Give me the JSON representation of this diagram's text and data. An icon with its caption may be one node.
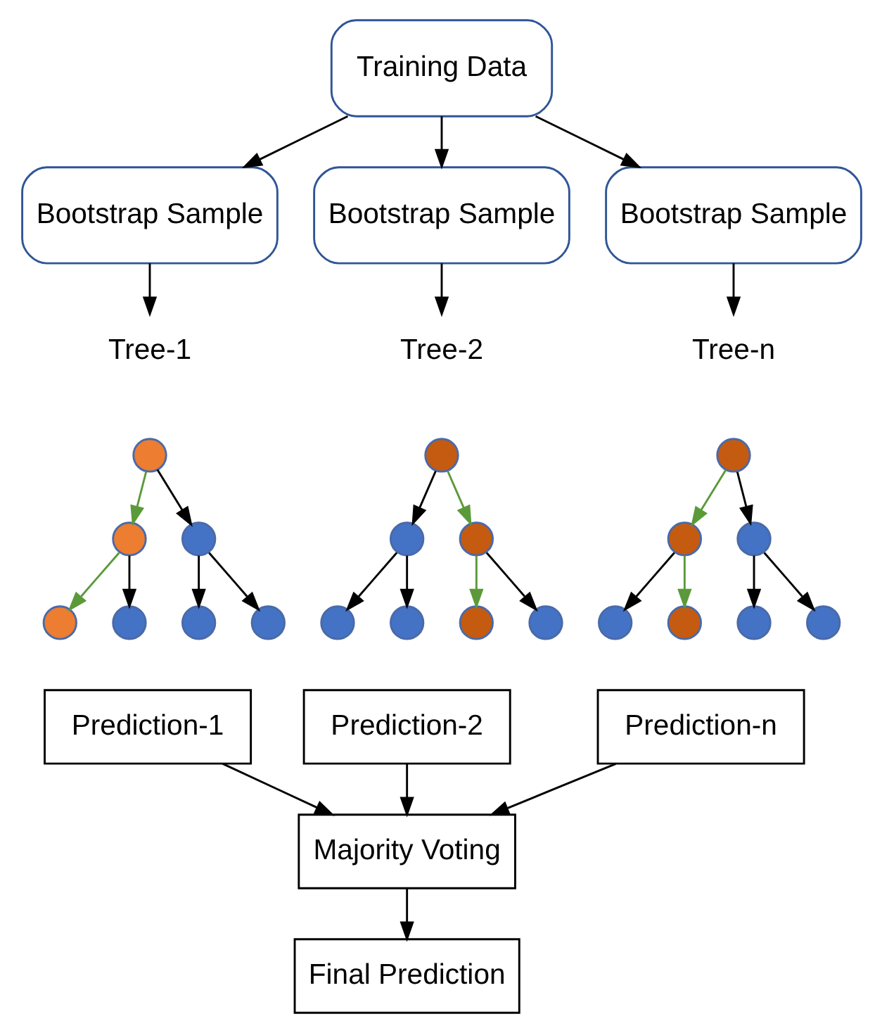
{
  "diagram": {
    "nodes": [
      {
        "text": [
          "Training Data"
        ]
      },
      {
        "text": [
          "Bootstrap Sample"
        ]
      },
      {
        "text": [
          "Bootstrap Sample"
        ]
      },
      {
        "text": [
          "Bootstrap Sample"
        ]
      },
      {
        "text": [
          "Tree-1"
        ]
      },
      {
        "text": [
          "Tree-2"
        ]
      },
      {
        "text": [
          "Tree-n"
        ]
      },
      {
        "text": [],
        "shape": "circle"
      },
      {
        "text": [],
        "shape": "circle"
      },
      {
        "text": [],
        "shape": "circle"
      },
      {
        "text": [],
        "shape": "circle"
      },
      {
        "text": [],
        "shape": "circle"
      },
      {
        "text": [],
        "shape": "circle"
      },
      {
        "text": [],
        "shape": "circle"
      },
      {
        "text": [],
        "shape": "circle"
      },
      {
        "text": [],
        "shape": "circle"
      },
      {
        "text": [],
        "shape": "circle"
      },
      {
        "text": [],
        "shape": "circle"
      },
      {
        "text": [],
        "shape": "circle"
      },
      {
        "text": [],
        "shape": "circle"
      },
      {
        "text": [],
        "shape": "circle"
      },
      {
        "text": [],
        "shape": "circle"
      },
      {
        "text": [],
        "shape": "circle"
      },
      {
        "text": [],
        "shape": "circle"
      },
      {
        "text": [],
        "shape": "circle"
      },
      {
        "text": [],
        "shape": "circle"
      },
      {
        "text": [],
        "shape": "circle"
      },
      {
        "text": [],
        "shape": "circle"
      },
      {
        "text": [
          "Prediction-1"
        ]
      },
      {
        "text": [
          "Prediction-2"
        ]
      },
      {
        "text": [
          "Prediction-n"
        ]
      },
      {
        "text": [
          "Majority Voting"
        ]
      },
      {
        "text": [
          "Final Prediction"
        ]
      }
    ],
    "edges": [
      {
        "from": 0,
        "to": 1,
        "arrow": "to"
      },
      {
        "from": 0,
        "to": 2,
        "arrow": "to"
      },
      {
        "from": 0,
        "to": 3,
        "arrow": "to"
      },
      {
        "from": 1,
        "to": 4,
        "arrow": "to"
      },
      {
        "from": 2,
        "to": 5,
        "arrow": "to"
      },
      {
        "from": 3,
        "to": 6,
        "arrow": "to"
      },
      {
        "from": 7,
        "to": 8,
        "arrow": "to",
        "color": "#5b9a3a"
      },
      {
        "from": 7,
        "to": 9,
        "arrow": "to"
      },
      {
        "from": 8,
        "to": 10,
        "arrow": "to",
        "color": "#5b9a3a"
      },
      {
        "from": 8,
        "to": 11,
        "arrow": "to"
      },
      {
        "from": 9,
        "to": 12,
        "arrow": "to"
      },
      {
        "from": 9,
        "to": 13,
        "arrow": "to"
      },
      {
        "from": 14,
        "to": 15,
        "arrow": "to"
      },
      {
        "from": 14,
        "to": 16,
        "arrow": "to",
        "color": "#5b9a3a"
      },
      {
        "from": 15,
        "to": 17,
        "arrow": "to"
      },
      {
        "from": 15,
        "to": 18,
        "arrow": "to"
      },
      {
        "from": 16,
        "to": 19,
        "arrow": "to",
        "color": "#5b9a3a"
      },
      {
        "from": 16,
        "to": 20,
        "arrow": "to"
      },
      {
        "from": 21,
        "to": 22,
        "arrow": "to",
        "color": "#5b9a3a"
      },
      {
        "from": 21,
        "to": 23,
        "arrow": "to"
      },
      {
        "from": 22,
        "to": 24,
        "arrow": "to"
      },
      {
        "from": 22,
        "to": 25,
        "arrow": "to",
        "color": "#5b9a3a"
      },
      {
        "from": 23,
        "to": 26,
        "arrow": "to"
      },
      {
        "from": 23,
        "to": 27,
        "arrow": "to"
      },
      {
        "from": 28,
        "to": 31,
        "arrow": "to"
      },
      {
        "from": 29,
        "to": 31,
        "arrow": "to"
      },
      {
        "from": 30,
        "to": 31,
        "arrow": "to"
      },
      {
        "from": 31,
        "to": 32,
        "arrow": "to"
      }
    ]
  }
}
